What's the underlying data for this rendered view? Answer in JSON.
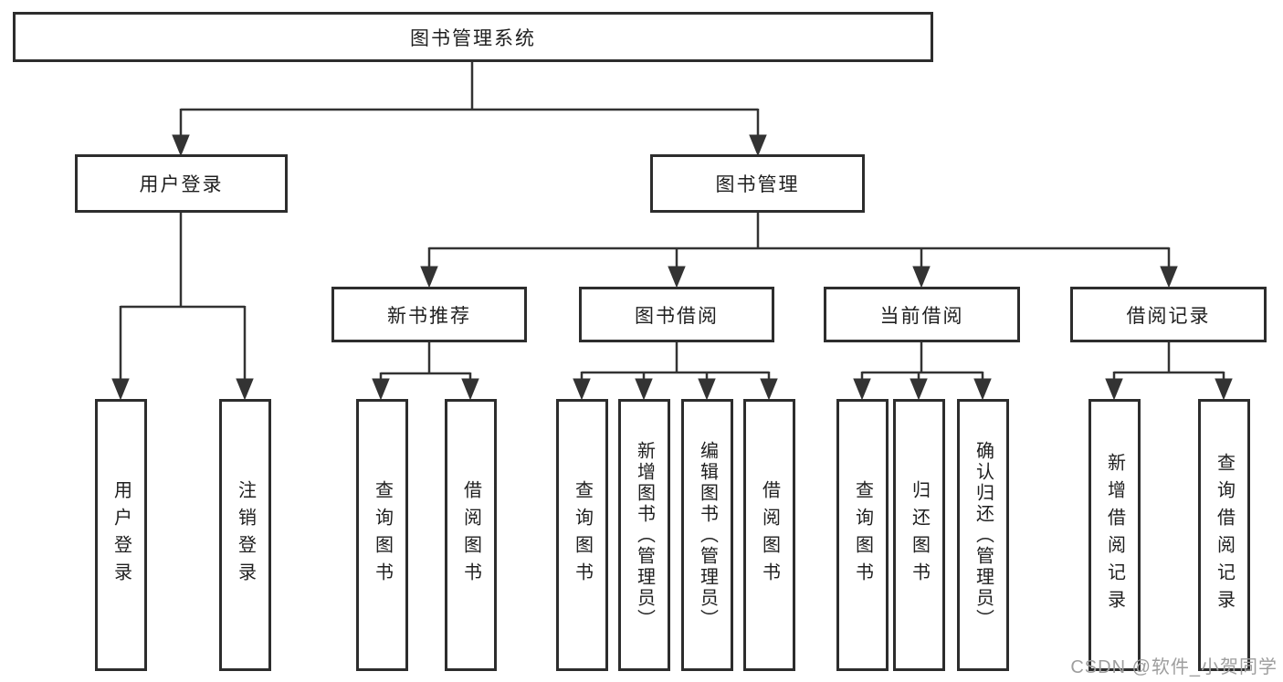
{
  "nodes": {
    "root": "图书管理系统",
    "level2": {
      "user_login": "用户登录",
      "book_management": "图书管理"
    },
    "level3": {
      "new_book_recommend": "新书推荐",
      "book_borrow": "图书借阅",
      "current_borrow": "当前借阅",
      "borrow_records": "借阅记录"
    },
    "leaves": {
      "user_login": "用户登录",
      "logout": "注销登录",
      "query_books_recommend": "查询图书",
      "borrow_books_recommend": "借阅图书",
      "query_books_borrow": "查询图书",
      "add_book_admin": "新增图书（管理员）",
      "edit_book_admin": "编辑图书（管理员）",
      "borrow_books_borrow": "借阅图书",
      "query_books_current": "查询图书",
      "return_books": "归还图书",
      "confirm_return_admin": "确认归还（管理员）",
      "add_borrow_record": "新增借阅记录",
      "query_borrow_record": "查询借阅记录"
    }
  },
  "watermark": "CSDN @软件_小贺同学",
  "colors": {
    "line": "#333333",
    "box_border": "#2d2d2d",
    "box_fill": "#ffffff",
    "text": "#1f1f1f",
    "watermark": "#9e9e9e"
  }
}
